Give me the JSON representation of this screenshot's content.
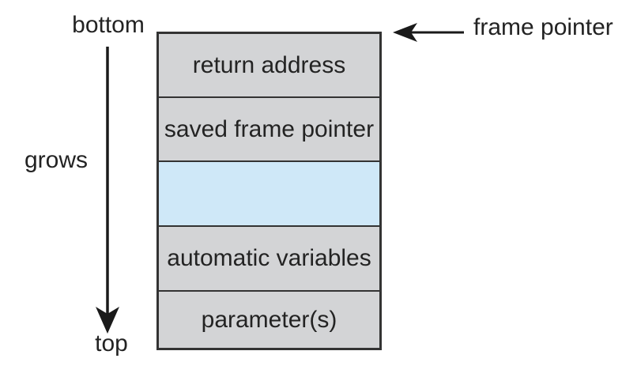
{
  "labels": {
    "bottom": "bottom",
    "grows": "grows",
    "top": "top",
    "frame_pointer": "frame pointer"
  },
  "stack": {
    "cells": [
      {
        "label": "return address",
        "style": "gray"
      },
      {
        "label": "saved frame pointer",
        "style": "gray"
      },
      {
        "label": "",
        "style": "highlight"
      },
      {
        "label": "automatic variables",
        "style": "gray"
      },
      {
        "label": "parameter(s)",
        "style": "gray"
      }
    ]
  },
  "icons": {
    "grow_arrow": "down-arrow-icon",
    "frame_pointer_arrow": "left-arrow-icon"
  },
  "colors": {
    "cell_gray": "#d3d4d6",
    "cell_highlight": "#cfe8f8",
    "border": "#333333",
    "text": "#232323",
    "arrow": "#1a1a1a",
    "background": "#ffffff"
  }
}
